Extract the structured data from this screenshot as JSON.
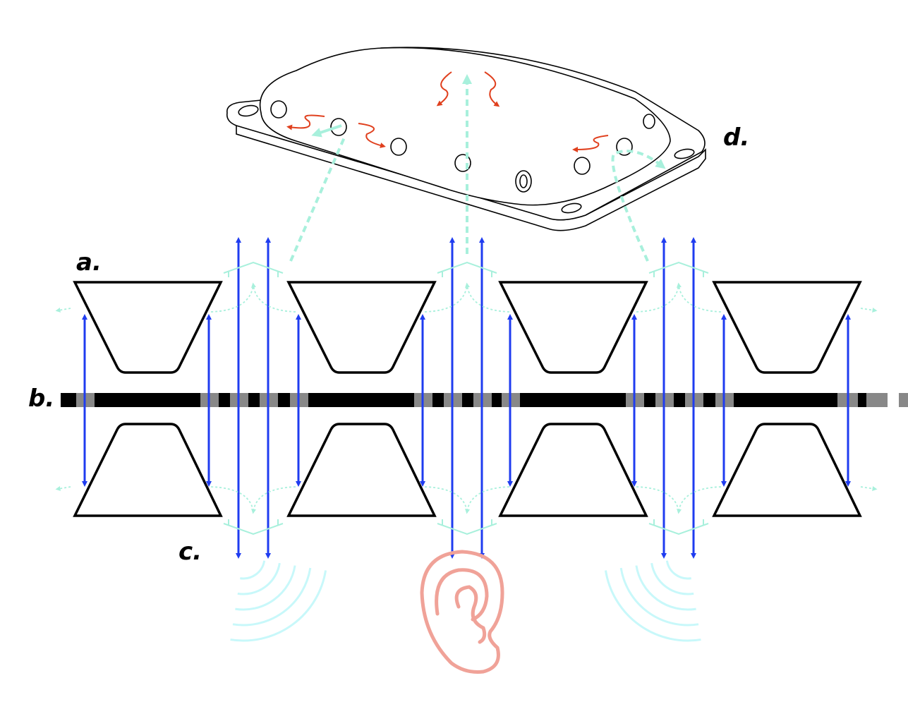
{
  "labels": {
    "a": "a.",
    "b": "b.",
    "c": "c.",
    "d": "d."
  },
  "colors": {
    "outline": "#000000",
    "blue_arrow": "#1f3cf0",
    "green_path": "#a8f0dc",
    "red_arrow": "#e0401e",
    "ear": "#f0a298",
    "sound_wave": "#c8f8fa",
    "bar_gray": "#888888"
  },
  "icons": [
    "ear-icon",
    "sound-wave-icon",
    "device-housing"
  ]
}
